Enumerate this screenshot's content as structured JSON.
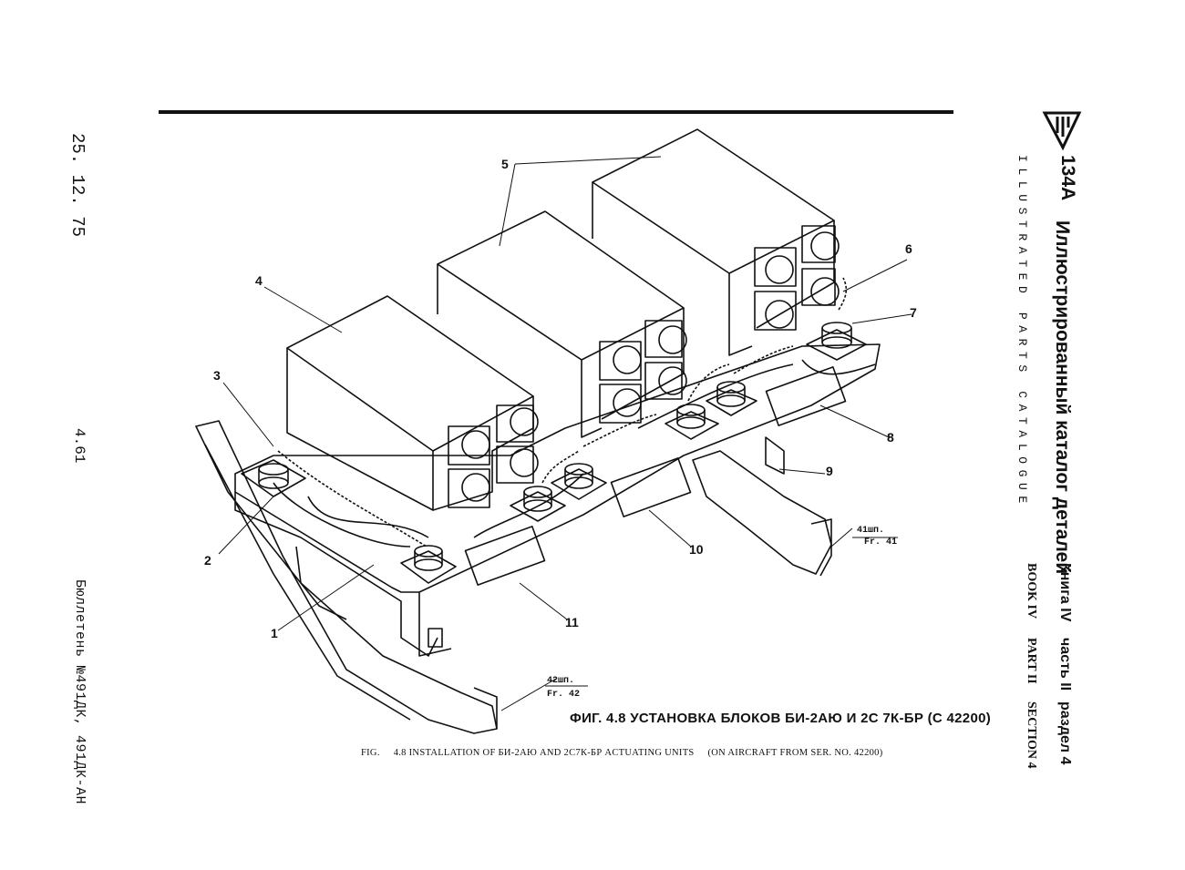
{
  "margin": {
    "date": "25. 12. 75",
    "page_number": "4.61",
    "bulletin": "Бюллетень №491ДК, 491ДК-АН"
  },
  "side_banner": {
    "model": "134A",
    "catalog_en": "ILLUSTRATED PARTS CATALOGUE",
    "catalog_ru": "Иллюстрированный каталог деталей",
    "book_ru": "Книга IV",
    "book_en": "BOOK IV",
    "part_ru": "часть II",
    "part_en": "PART II",
    "section_ru": "раздел 4",
    "section_en": "SECTION 4"
  },
  "figure": {
    "callouts": [
      "1",
      "2",
      "3",
      "4",
      "5",
      "6",
      "7",
      "8",
      "9",
      "10",
      "11"
    ],
    "frame_41": {
      "ru": "41шп.",
      "en": "Fr. 41"
    },
    "frame_42": {
      "ru": "42шп.",
      "en": "Fr. 42"
    }
  },
  "caption": {
    "ru": "ФИГ. 4.8 УСТАНОВКА БЛОКОВ БИ-2АЮ И 2С 7К-БР (С 42200)",
    "en_prefix": "FIG.",
    "en_text": "4.8 INSTALLATION OF БИ-2АЮ AND 2С7К-БР ACTUATING UNITS",
    "en_suffix": "(ON AIRCRAFT FROM SER. NO. 42200)"
  }
}
